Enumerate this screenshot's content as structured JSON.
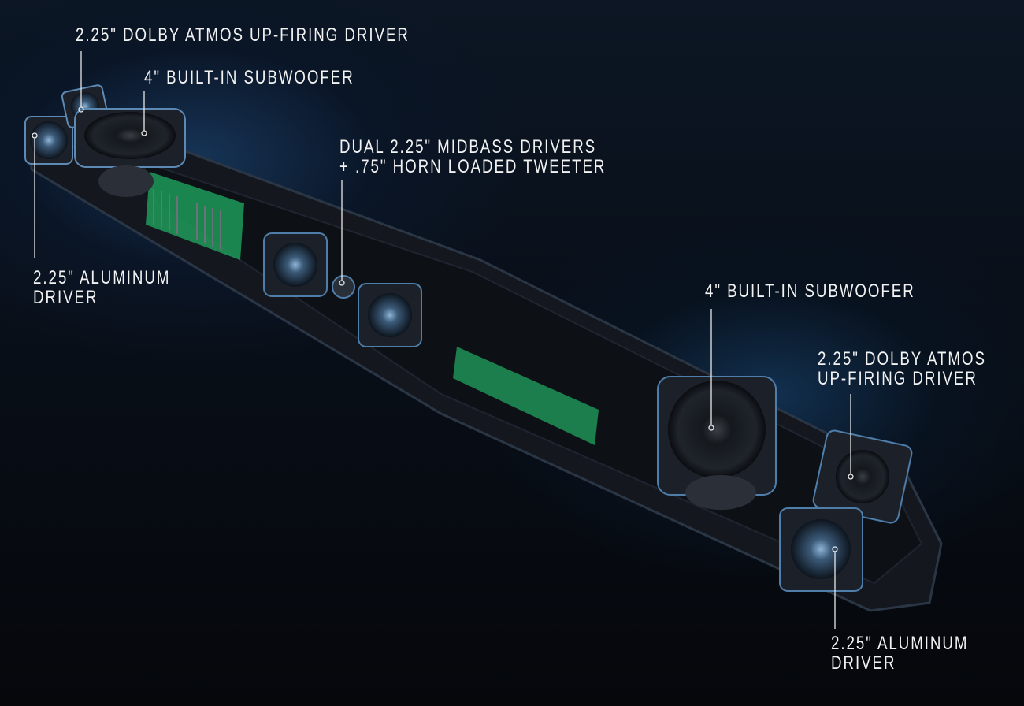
{
  "colors": {
    "background": "#05070b",
    "glow": "#1d4f86",
    "label": "#f2f2f2",
    "pcb": "#1f9a5a"
  },
  "labels": {
    "left_atmos": "2.25\" DOLBY ATMOS UP-FIRING DRIVER",
    "left_sub": "4\" BUILT-IN SUBWOOFER",
    "center_line1": "DUAL 2.25\" MIDBASS DRIVERS",
    "center_line2": "+ .75\" HORN LOADED TWEETER",
    "left_alu_line1": "2.25\" ALUMINUM",
    "left_alu_line2": "DRIVER",
    "right_sub": "4\" BUILT-IN SUBWOOFER",
    "right_atmos_line1": "2.25\" DOLBY ATMOS",
    "right_atmos_line2": "UP-FIRING DRIVER",
    "right_alu_line1": "2.25\" ALUMINUM",
    "right_alu_line2": "DRIVER"
  }
}
